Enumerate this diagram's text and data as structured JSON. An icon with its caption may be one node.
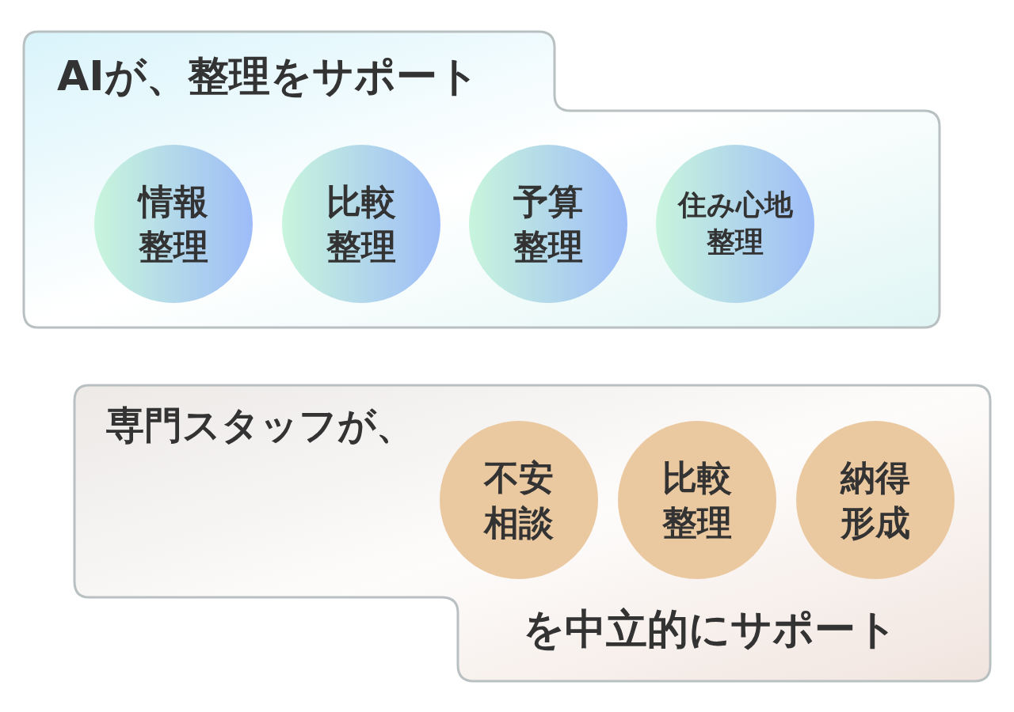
{
  "diagram": {
    "nodes": [
      {
        "text": [
          "AIが、整理をサポート"
        ]
      },
      {
        "text": [
          "情報整理"
        ],
        "in": 0
      },
      {
        "text": [
          "比較整理"
        ],
        "in": 0
      },
      {
        "text": [
          "予算整理"
        ],
        "in": 0
      },
      {
        "text": [
          "住み心地整理"
        ],
        "in": 0
      },
      {
        "text": [
          "専門スタッフが、",
          "を中立的にサポート"
        ]
      },
      {
        "text": [
          "不安相談"
        ],
        "in": 5
      },
      {
        "text": [
          "比較整理"
        ],
        "in": 5
      },
      {
        "text": [
          "納得形成"
        ],
        "in": 5
      }
    ]
  }
}
